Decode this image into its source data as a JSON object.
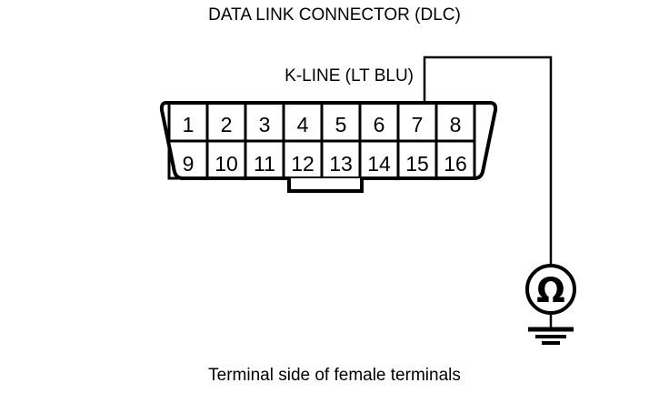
{
  "diagram": {
    "title": "DATA LINK CONNECTOR (DLC)",
    "caption": "Terminal side of female terminals",
    "wire_label": "K-LINE (LT BLU)",
    "line_color": "#000000",
    "background_color": "#ffffff"
  },
  "connector": {
    "name": "DLC",
    "pin_count": 16,
    "rows": [
      {
        "row_name": "top-row",
        "pins": [
          "1",
          "2",
          "3",
          "4",
          "5",
          "6",
          "7",
          "8"
        ]
      },
      {
        "row_name": "bottom-row",
        "pins": [
          "9",
          "10",
          "11",
          "12",
          "13",
          "14",
          "15",
          "16"
        ]
      }
    ],
    "keying_tab": {
      "name": "keying-tab",
      "under_pins": [
        "12",
        "13"
      ]
    }
  },
  "measurement": {
    "probe_pin": "7",
    "instrument": "ohmmeter",
    "instrument_symbol": "Ω",
    "reference": "ground",
    "ground_symbol_bars": 3
  }
}
